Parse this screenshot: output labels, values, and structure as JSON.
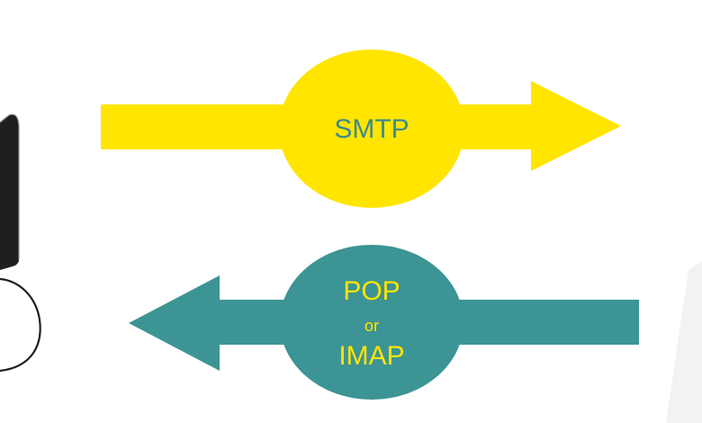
{
  "diagram": {
    "smtp": {
      "label": "SMTP",
      "color": "#FFE500",
      "text_color": "#3E8A8C",
      "direction": "right"
    },
    "retrieval": {
      "label_top": "POP",
      "label_middle": "or",
      "label_bottom": "IMAP",
      "color": "#3D9494",
      "text_color": "#FFE500",
      "direction": "left"
    }
  }
}
